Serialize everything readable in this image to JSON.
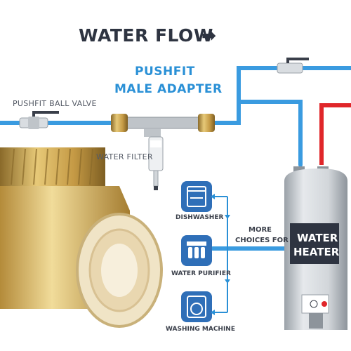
{
  "header": {
    "title": "WATER FLOW",
    "arrow_glyph": "➡"
  },
  "labels": {
    "adapter_line1": "PUSHFIT",
    "adapter_line2": "MALE ADAPTER",
    "ball_valve": "PUSHFIT BALL VALVE",
    "water_filter": "WATER FILTER",
    "more_line1": "MORE",
    "more_line2": "CHOICES FOR",
    "heater_line1": "WATER",
    "heater_line2": "HEATER"
  },
  "appliances": [
    {
      "label": "DISHWASHER",
      "icon": "dishwasher-icon"
    },
    {
      "label": "WATER PURIFIER",
      "icon": "water-purifier-icon"
    },
    {
      "label": "WASHING MACHINE",
      "icon": "washing-machine-icon"
    }
  ],
  "colors": {
    "cold_pipe": "#3a9be0",
    "hot_pipe": "#e0262a",
    "appliance_icon": "#2f6fb8",
    "title_text": "#2e3441",
    "adapter_text": "#2a90d6",
    "brass": "#c9a24e",
    "heater_body": "#cfd3d8"
  }
}
